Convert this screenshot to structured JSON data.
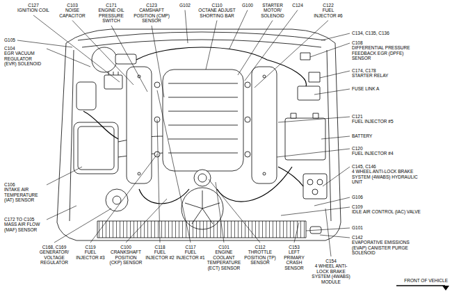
{
  "diagram": {
    "labels": [
      "C127",
      "IGNITION COIL",
      "C103",
      "NOISE CAPACITOR",
      "C171",
      "ENGINE OIL PRESSURE SWITCH",
      "C123",
      "CAMSHAFT POSITION (CMP) SENSOR",
      "G102",
      "C110",
      "OCTANE ADJUST SHORTING BAR",
      "G100",
      "STARTER MOTOR/ SOLENOID",
      "C124",
      "C122",
      "FUEL INJECTOR #6",
      "C134, C135, C136",
      "C108",
      "DIFFERENTIAL PRESSURE FEEDBACK EGR (DPFE) SENSOR",
      "C174, C178",
      "STARTER RELAY",
      "FUSE LINK A",
      "C121",
      "FUEL INJECTOR #5",
      "BATTERY",
      "C120",
      "FUEL INJECTOR #4",
      "C145, C146",
      "4 WHEEL ANTI-LOCK BRAKE SYSTEM (4WABS) HYDRAULIC UNIT",
      "G106",
      "C109",
      "IDLE AIR CONTROL (IAC) VALVE",
      "G101",
      "C142",
      "EVAPORATIVE EMISSIONS (EVAP) CANISTER PURGE SOLENOID",
      "G105",
      "C104",
      "EGR VACUUM REGULATOR (EVR) SOLENOID",
      "C106",
      "INTAKE AIR TEMPERATURE (IAT) SENSOR",
      "C172 TO C105",
      "MASS AIR FLOW (MAF) SENSOR",
      "C168, C169",
      "GENERATOR/ VOLTAGE REGULATOR",
      "C119",
      "FUEL INJECTOR #3",
      "C100",
      "CRANKSHAFT POSITION (CKP) SENSOR",
      "C118",
      "FUEL INJECTOR #2",
      "C117",
      "FUEL INJECTOR #1",
      "C101",
      "ENGINE COOLANT TEMPERATURE (ECT) SENSOR",
      "C112",
      "THROTTLE POSITION (TP) SENSOR",
      "C153",
      "LEFT PRIMARY CRASH SENSOR",
      "C154",
      "4 WHEEL ANTI-LOCK BRAKE SYSTEM (4WABS) MODULE",
      "FRONT OF VEHICLE"
    ]
  }
}
